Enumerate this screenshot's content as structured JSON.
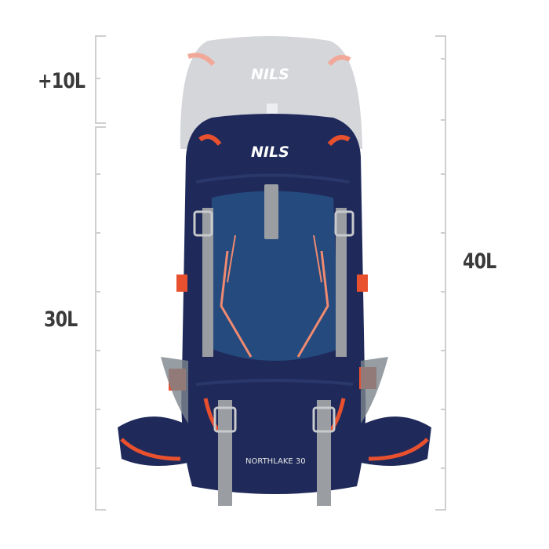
{
  "labels": {
    "extra_volume": "+10L",
    "base_volume": "30L",
    "total_volume": "40L"
  },
  "product": {
    "brand_logo": "NILS",
    "model_label": "NORTHLAKE 30"
  },
  "colors": {
    "body_navy": "#1f2a5a",
    "panel_blue": "#244a7e",
    "accent_orange": "#e8502e",
    "strap_grey": "#9a9ea3",
    "ghost_grey": "#d4d6d9",
    "bracket_grey": "#cfcfcf",
    "label_text": "#3a3a3a"
  }
}
